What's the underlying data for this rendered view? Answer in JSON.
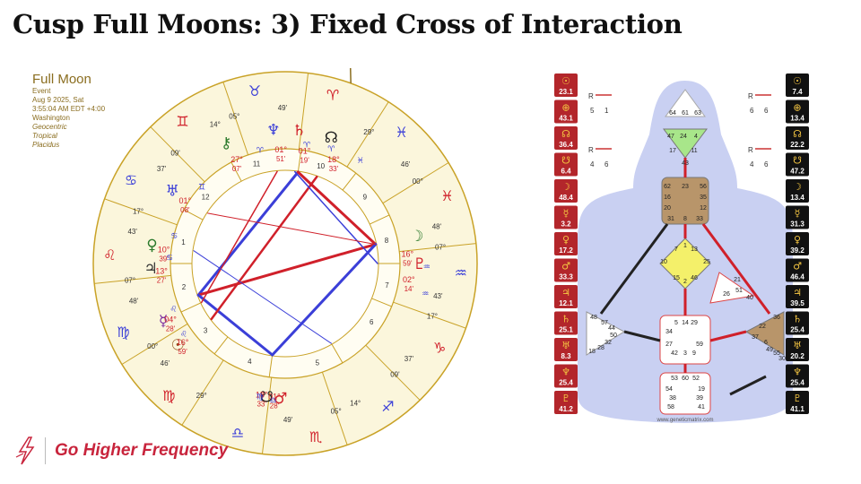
{
  "title": "Cusp Full Moons: 3) Fixed Cross of Interaction",
  "chart_info": {
    "title": "Full Moon",
    "subtitle": "Event",
    "date": "Aug 9 2025, Sat",
    "time": "3:55:04 AM EDT +4:00",
    "place": "Washington",
    "system": "Geocentric",
    "zodiac": "Tropical",
    "houses": "Placidus"
  },
  "wheel": {
    "cusp_labels": [
      {
        "sign": "♉",
        "deg": "05°",
        "min": "49'"
      },
      {
        "sign": "♈",
        "deg": "",
        "min": ""
      },
      {
        "sign": "♓",
        "deg": "29°",
        "min": "46'"
      },
      {
        "sign": "♓",
        "deg": "00°",
        "min": "48'"
      },
      {
        "sign": "♒",
        "deg": "07°",
        "min": "43'"
      },
      {
        "sign": "♑",
        "deg": "17°",
        "min": "37'"
      },
      {
        "sign": "♐",
        "deg": "09'",
        "min": "14°"
      },
      {
        "sign": "♏",
        "deg": "05°",
        "min": "49'"
      },
      {
        "sign": "♎",
        "deg": "",
        "min": ""
      },
      {
        "sign": "♍",
        "deg": "29°",
        "min": "46'"
      },
      {
        "sign": "♍",
        "deg": "00°",
        "min": "48'"
      },
      {
        "sign": "♌",
        "deg": "07°",
        "min": "43'"
      },
      {
        "sign": "♋",
        "deg": "17°",
        "min": "37'"
      },
      {
        "sign": "♊",
        "deg": "09'",
        "min": "14°"
      }
    ],
    "house_numbers": [
      "1",
      "2",
      "3",
      "4",
      "5",
      "6",
      "7",
      "8",
      "9",
      "10",
      "11",
      "12"
    ],
    "planets": [
      {
        "glyph": "⚷",
        "deg": "27°",
        "sign": "♈",
        "min": "07'"
      },
      {
        "glyph": "♆",
        "deg": "01°",
        "sign": "♈",
        "min": "51'"
      },
      {
        "glyph": "♄",
        "deg": "01°",
        "sign": "♈",
        "min": "19'"
      },
      {
        "glyph": "☊",
        "deg": "18°",
        "sign": "♓",
        "min": "33'"
      },
      {
        "glyph": "♅",
        "deg": "01°",
        "sign": "♊",
        "min": "08'"
      },
      {
        "glyph": "♀",
        "deg": "10°",
        "sign": "♋",
        "min": "39'"
      },
      {
        "glyph": "♃",
        "deg": "13°",
        "sign": "♋",
        "min": "27'"
      },
      {
        "glyph": "☿",
        "deg": "04°",
        "sign": "♌",
        "min": "28'"
      },
      {
        "glyph": "☉",
        "deg": "16°",
        "sign": "♌",
        "min": "59'"
      },
      {
        "glyph": "☽",
        "deg": "16°",
        "sign": "♒",
        "min": "59'"
      },
      {
        "glyph": "♇",
        "deg": "02°",
        "sign": "♒",
        "min": "14'"
      },
      {
        "glyph": "☋",
        "deg": "18°",
        "sign": "♍",
        "min": "33'"
      },
      {
        "glyph": "♂",
        "deg": "01°",
        "sign": "♎",
        "min": "28'"
      }
    ]
  },
  "bodygraph": {
    "left_column": [
      {
        "glyph": "☉",
        "value": "23.1"
      },
      {
        "glyph": "⊕",
        "value": "43.1"
      },
      {
        "glyph": "☊",
        "value": "36.4"
      },
      {
        "glyph": "☋",
        "value": "6.4"
      },
      {
        "glyph": "☽",
        "value": "48.4"
      },
      {
        "glyph": "☿",
        "value": "3.2"
      },
      {
        "glyph": "♀",
        "value": "17.2"
      },
      {
        "glyph": "♂",
        "value": "33.3"
      },
      {
        "glyph": "♃",
        "value": "12.1"
      },
      {
        "glyph": "♄",
        "value": "25.1"
      },
      {
        "glyph": "♅",
        "value": "8.3"
      },
      {
        "glyph": "♆",
        "value": "25.4"
      },
      {
        "glyph": "♇",
        "value": "41.2"
      }
    ],
    "right_column": [
      {
        "glyph": "☉",
        "value": "7.4"
      },
      {
        "glyph": "⊕",
        "value": "13.4"
      },
      {
        "glyph": "☊",
        "value": "22.2"
      },
      {
        "glyph": "☋",
        "value": "47.2"
      },
      {
        "glyph": "☽",
        "value": "13.4"
      },
      {
        "glyph": "☿",
        "value": "31.3"
      },
      {
        "glyph": "♀",
        "value": "39.2"
      },
      {
        "glyph": "♂",
        "value": "46.4"
      },
      {
        "glyph": "♃",
        "value": "39.5"
      },
      {
        "glyph": "♄",
        "value": "25.4"
      },
      {
        "glyph": "♅",
        "value": "20.2"
      },
      {
        "glyph": "♆",
        "value": "25.4"
      },
      {
        "glyph": "♇",
        "value": "41.1"
      }
    ],
    "variables": {
      "left_top": {
        "arrow": "R",
        "a": "5",
        "b": "1"
      },
      "left_bottom": {
        "arrow": "R",
        "a": "4",
        "b": "6"
      },
      "right_top": {
        "arrow": "R",
        "a": "6",
        "b": "6"
      },
      "right_bottom": {
        "arrow": "R",
        "a": "4",
        "b": "6"
      }
    },
    "gates": {
      "head": [
        "64",
        "61",
        "63"
      ],
      "ajna": [
        "47",
        "24",
        "4",
        "17",
        "11",
        "43"
      ],
      "throat": [
        "62",
        "23",
        "56",
        "16",
        "35",
        "20",
        "12",
        "31",
        "8",
        "33"
      ],
      "g": [
        "7",
        "1",
        "13",
        "10",
        "25",
        "15",
        "2",
        "46"
      ],
      "heart": [
        "21",
        "51",
        "26",
        "40"
      ],
      "spleen": [
        "48",
        "57",
        "44",
        "50",
        "32",
        "28",
        "18"
      ],
      "sacral": [
        "5",
        "14",
        "29",
        "34",
        "27",
        "42",
        "3",
        "9",
        "59"
      ],
      "solar": [
        "36",
        "22",
        "37",
        "6",
        "49",
        "55",
        "30"
      ],
      "root": [
        "53",
        "60",
        "52",
        "54",
        "19",
        "38",
        "39",
        "58",
        "41"
      ]
    },
    "footer": "www.geneticmatrix.com"
  },
  "brand": {
    "name": "Go Higher Frequency"
  },
  "colors": {
    "red": "#d0202a",
    "blue": "#3b3fd8",
    "gold": "#c9a227",
    "cream": "#fbf6dc",
    "bodyblue": "#c9d0f2"
  }
}
